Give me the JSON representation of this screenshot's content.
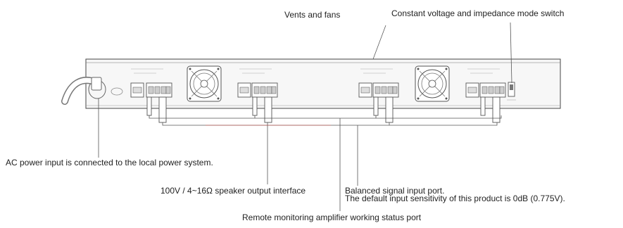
{
  "labels": {
    "vents_and_fans": "Vents and fans",
    "mode_switch": "Constant voltage and impedance mode switch",
    "ac_power": "AC power input is connected to the local power system.",
    "speaker_output": "100V / 4~16Ω speaker output interface",
    "balanced_input": "Balanced signal input port.",
    "input_sensitivity": "The default input sensitivity of this product is 0dB (0.775V).",
    "remote_monitoring": "Remote monitoring amplifier working status port"
  },
  "colors": {
    "line": "#555555",
    "accent_line": "#d9534f",
    "panel": "#f7f7f7",
    "panel_edge": "#444444"
  },
  "icons": [
    "power-cord-icon",
    "fan-icon",
    "terminal-block-icon",
    "switch-icon"
  ]
}
